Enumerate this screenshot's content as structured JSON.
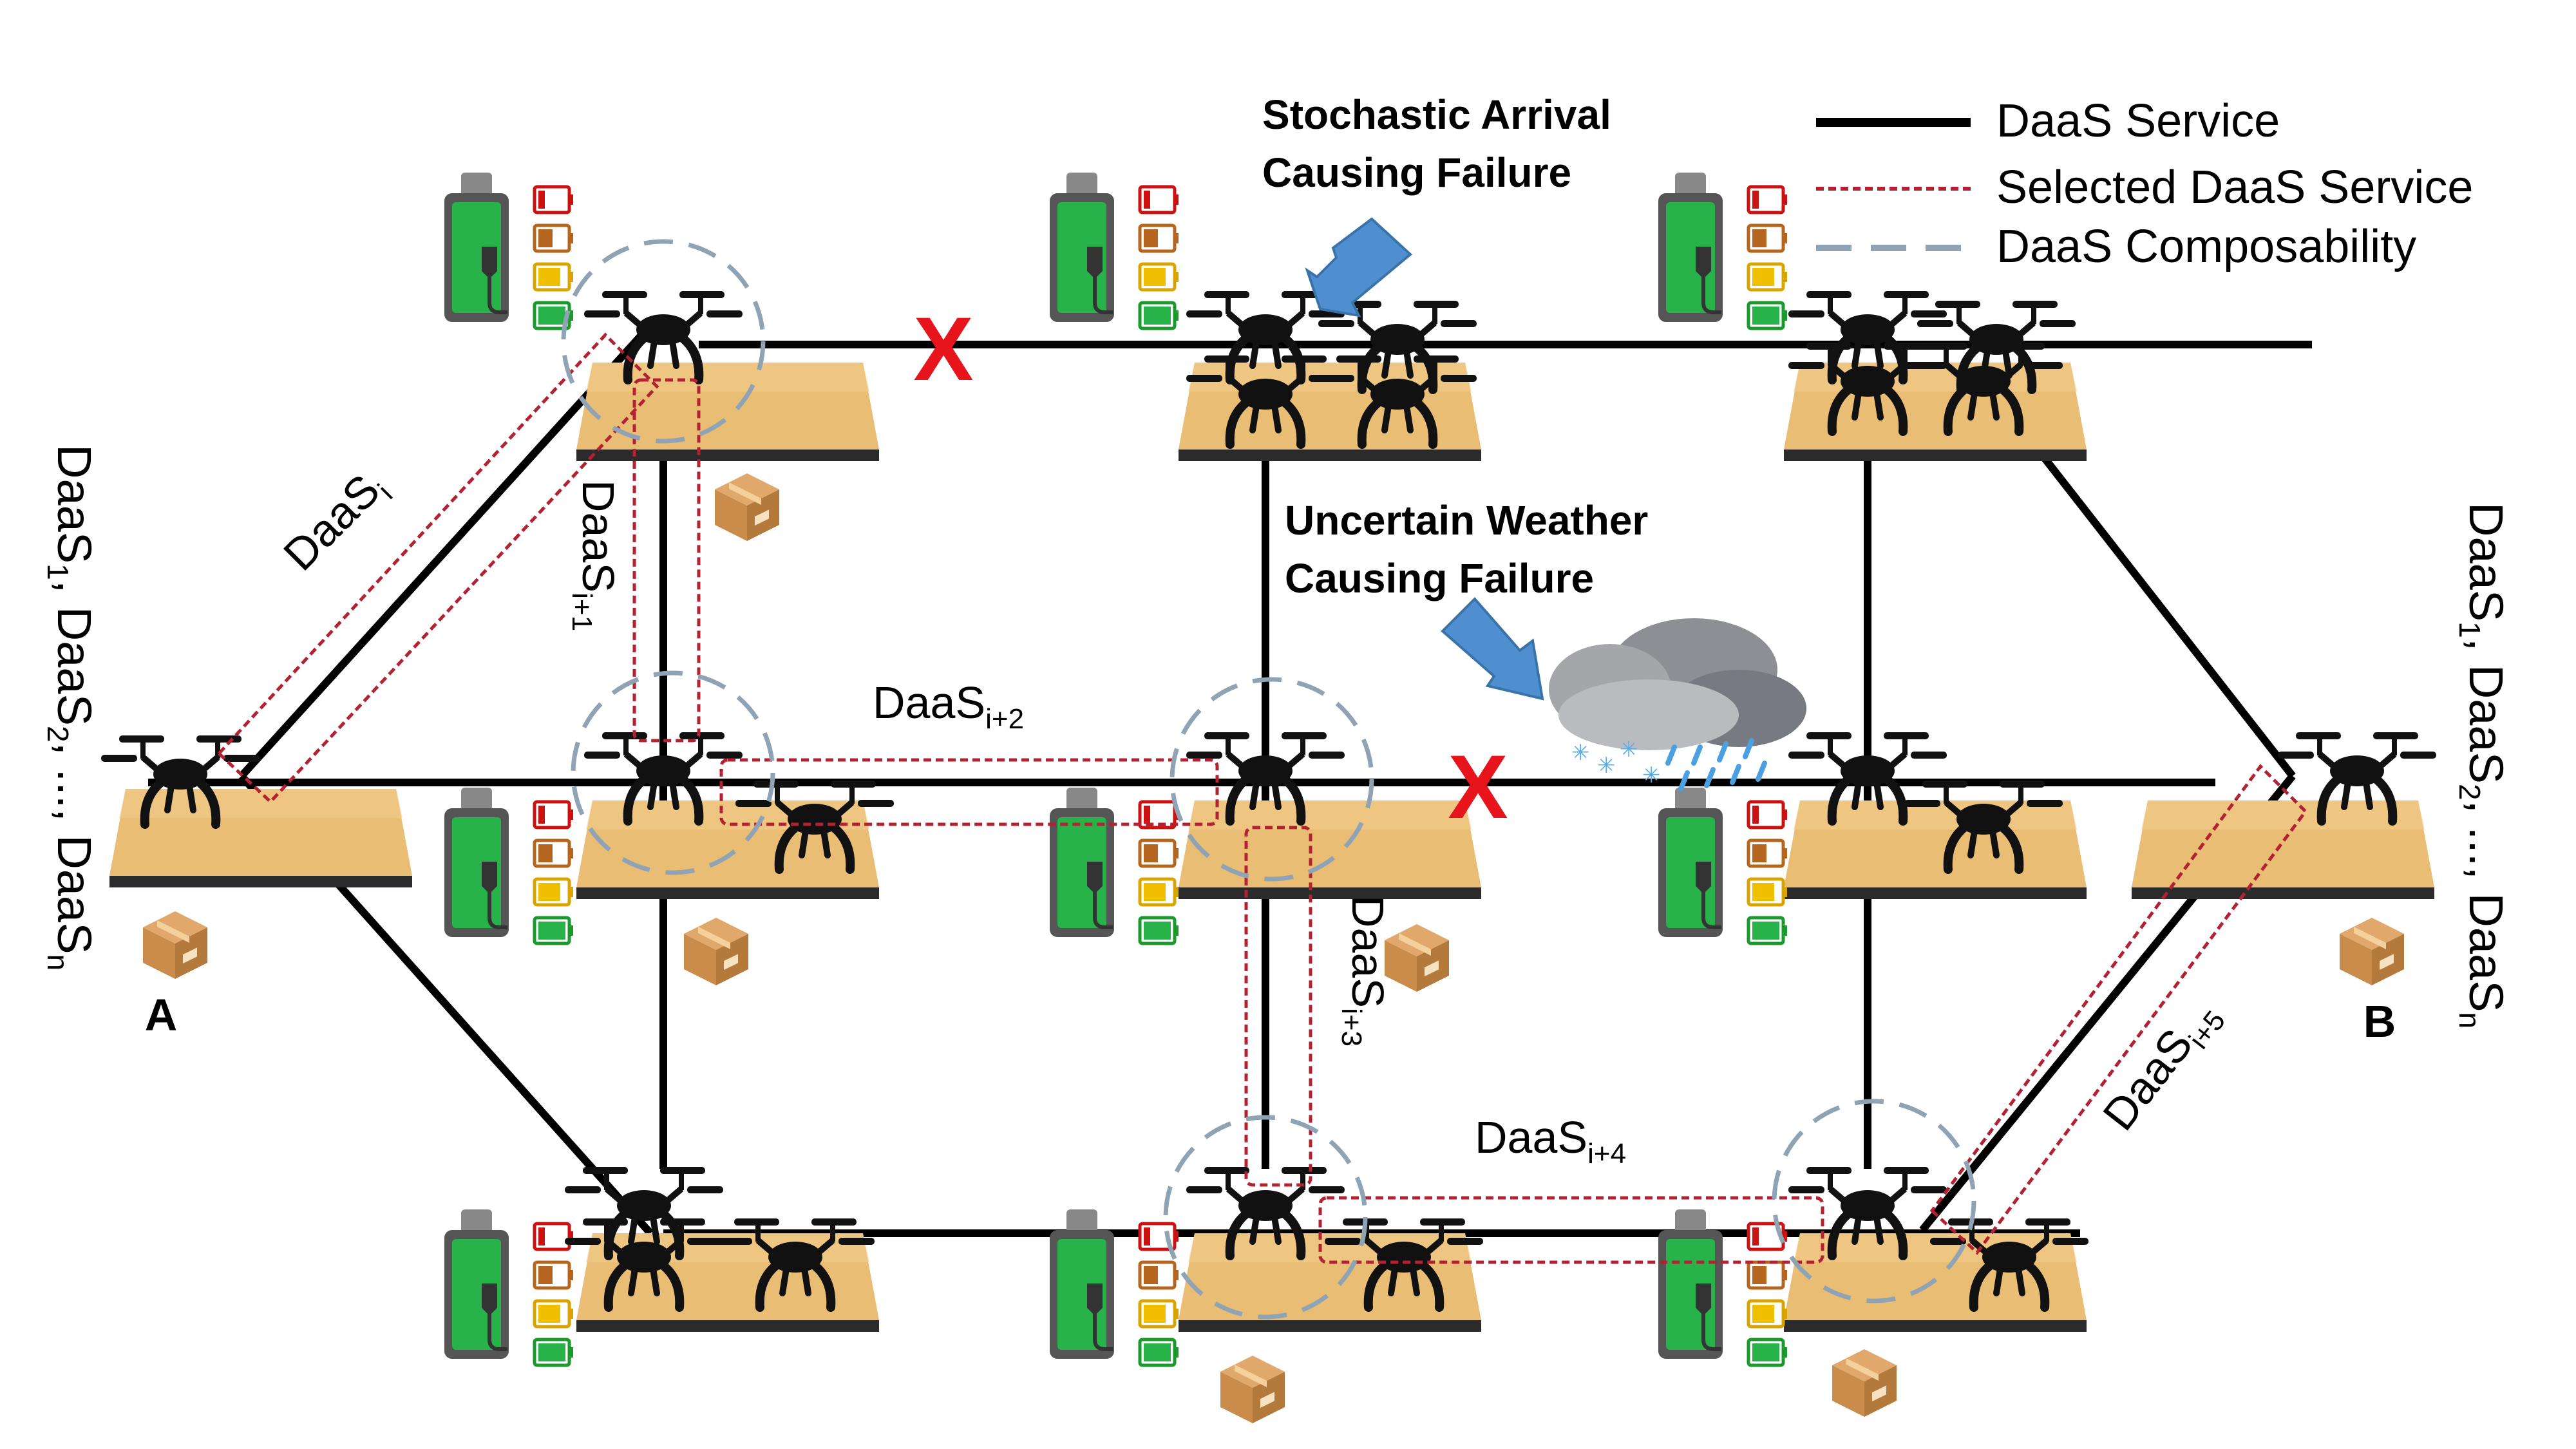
{
  "legend": {
    "items": [
      {
        "label": "DaaS Service",
        "color": "#000000",
        "style": "solid"
      },
      {
        "label": "Selected DaaS Service",
        "color": "#b22232",
        "style": "dotted"
      },
      {
        "label": "DaaS Composability",
        "color": "#8fa3b5",
        "style": "dashed"
      }
    ]
  },
  "callouts": {
    "arrival_line1": "Stochastic Arrival",
    "arrival_line2": "Causing Failure",
    "weather_line1": "Uncertain Weather",
    "weather_line2": "Causing Failure"
  },
  "failure_mark": "X",
  "endpoints": {
    "a": "A",
    "b": "B",
    "list_parts": [
      "DaaS",
      "1",
      ", DaaS",
      "2",
      ", ..., DaaS",
      "n"
    ]
  },
  "services": [
    {
      "base": "DaaS",
      "sub": "i"
    },
    {
      "base": "DaaS",
      "sub": "i+1"
    },
    {
      "base": "DaaS",
      "sub": "i+2"
    },
    {
      "base": "DaaS",
      "sub": "i+3"
    },
    {
      "base": "DaaS",
      "sub": "i+4"
    },
    {
      "base": "DaaS",
      "sub": "i+5"
    }
  ],
  "colors": {
    "edge": "#000000",
    "selected": "#b22232",
    "composability": "#8fa3b5",
    "pad": "#e8bd73",
    "failure": "#e8141c",
    "callout_arrow": "#4f8fd0",
    "battery_green": "#27b24a"
  },
  "icons": [
    "drone-icon",
    "landing-pad-icon",
    "charging-station-icon",
    "battery-level-icon",
    "package-icon",
    "storm-cloud-icon",
    "callout-arrow-icon"
  ]
}
